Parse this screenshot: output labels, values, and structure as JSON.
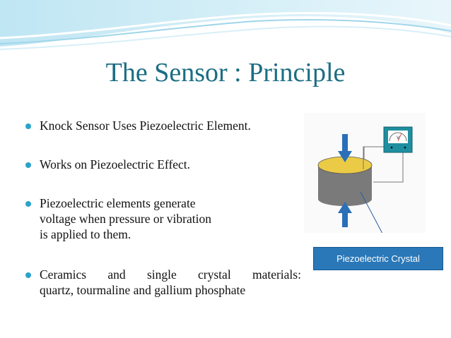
{
  "slide": {
    "title": "The Sensor : Principle",
    "bullets": [
      "Knock Sensor Uses Piezoelectric Element.",
      "Works on Piezoelectric Effect.",
      "Piezoelectric elements generate voltage when pressure or vibration is applied to them.",
      "Ceramics and single crystal materials: quartz, tourmaline and gallium phosphate"
    ],
    "bullet3_lines": [
      "Piezoelectric elements generate",
      "voltage when pressure or vibration",
      "is applied to them."
    ],
    "bullet4_words": [
      "Ceramics",
      "and",
      "single",
      "crystal",
      "materials:"
    ],
    "bullet4_line2": "quartz, tourmaline and gallium phosphate",
    "diagram": {
      "meter_label": "V",
      "caption": "Piezoelectric Crystal"
    }
  },
  "colors": {
    "title": "#1b6d83",
    "bullet_dot": "#2aa3c9",
    "caption_bg": "#2a78b8",
    "crystal_top": "#ebcb45",
    "crystal_side": "#7a7a7a",
    "arrow": "#2a6fb8",
    "meter": "#1e8fa0"
  }
}
